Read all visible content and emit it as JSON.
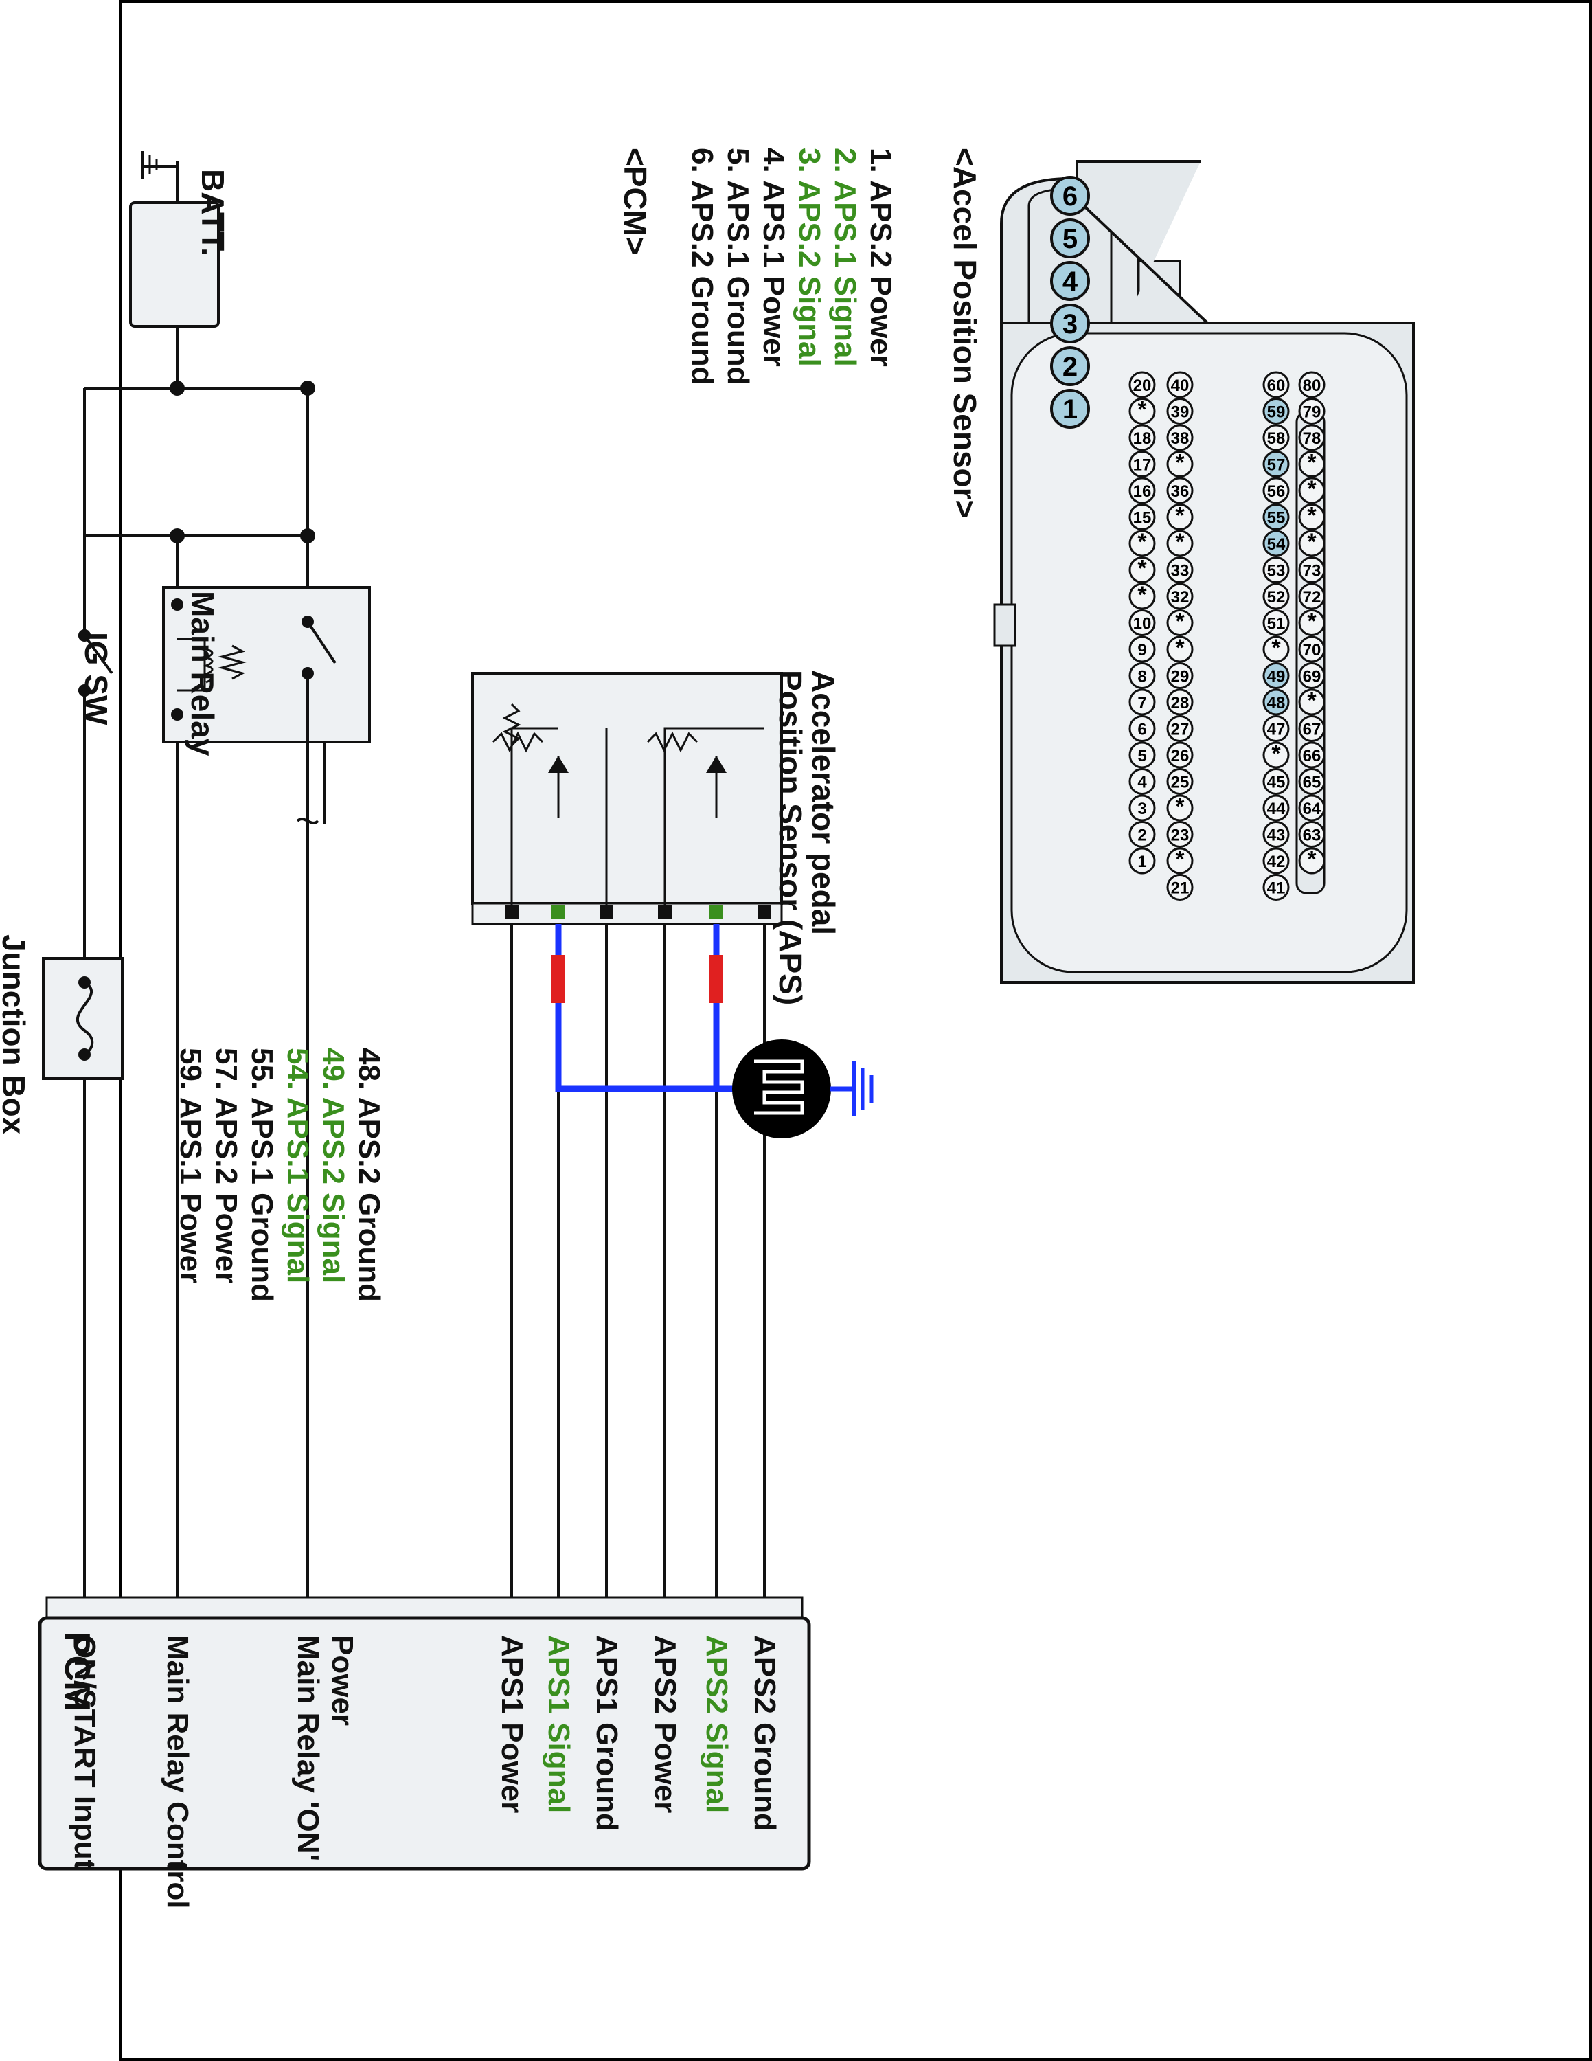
{
  "colors": {
    "signal_green": "#3a8f1e",
    "shield_blue": "#1a33ff",
    "shield_red": "#e02020",
    "connector_fill": "#e4e9ec",
    "box_fill": "#eef1f3",
    "pin_highlight": "#a9d0e0"
  },
  "battery": {
    "label": "BATT.",
    "neg": "-",
    "pos": "+"
  },
  "ig_switch": {
    "label": "IG SW"
  },
  "main_relay": {
    "label": "Main Relay"
  },
  "junction_box": {
    "label": "Junction Box"
  },
  "aps_sensor": {
    "label_line1": "Accelerator pedal",
    "label_line2": "Position Sensor (APS)"
  },
  "pcm_block": {
    "title": "PCM",
    "pins": [
      {
        "label": "ON/START Input",
        "green": false
      },
      {
        "label": "Main Relay Control",
        "green": false
      },
      {
        "label": "Main Relay 'ON'",
        "label2": "Power",
        "green": false
      },
      {
        "label": "APS1 Power",
        "green": false
      },
      {
        "label": "APS1 Signal",
        "green": true
      },
      {
        "label": "APS1 Ground",
        "green": false
      },
      {
        "label": "APS2 Power",
        "green": false
      },
      {
        "label": "APS2 Signal",
        "green": true
      },
      {
        "label": "APS2 Ground",
        "green": false
      }
    ]
  },
  "accel_connector": {
    "title": "<Accel Position Sensor>",
    "pin_numbers": [
      "6",
      "5",
      "4",
      "3",
      "2",
      "1"
    ],
    "pin_list": [
      {
        "text": "1. APS.2 Power",
        "green": false
      },
      {
        "text": "2. APS.1 Signal",
        "green": true
      },
      {
        "text": "3. APS.2 Signal",
        "green": true
      },
      {
        "text": "4. APS.1 Power",
        "green": false
      },
      {
        "text": "5. APS.1 Ground",
        "green": false
      },
      {
        "text": "6. APS.2 Ground",
        "green": false
      }
    ]
  },
  "pcm_connector": {
    "title": "<PCM>",
    "rows": [
      [
        "20",
        "*",
        "18",
        "17",
        "16",
        "15",
        "*",
        "*",
        "*",
        "10",
        "9",
        "8",
        "7",
        "6",
        "5",
        "4",
        "3",
        "2",
        "1"
      ],
      [
        "40",
        "39",
        "38",
        "*",
        "36",
        "*",
        "*",
        "33",
        "32",
        "*",
        "*",
        "29",
        "28",
        "27",
        "26",
        "25",
        "*",
        "23",
        "*",
        "21"
      ],
      [
        "60",
        "59",
        "58",
        "57",
        "56",
        "55",
        "54",
        "53",
        "52",
        "51",
        "*",
        "49",
        "48",
        "47",
        "*",
        "45",
        "44",
        "43",
        "42",
        "41"
      ],
      [
        "80",
        "79",
        "78",
        "*",
        "*",
        "*",
        "*",
        "73",
        "72",
        "*",
        "70",
        "69",
        "*",
        "67",
        "66",
        "65",
        "64",
        "63",
        "*"
      ]
    ],
    "highlighted_pins": [
      "59",
      "57",
      "55",
      "54",
      "49",
      "48"
    ],
    "pin_list": [
      {
        "text": "48. APS.2 Ground",
        "green": false
      },
      {
        "text": "49. APS.2 Signal",
        "green": true
      },
      {
        "text": "54. APS.1 Signal",
        "green": true
      },
      {
        "text": "55. APS.1 Ground",
        "green": false
      },
      {
        "text": "57. APS.2 Power",
        "green": false
      },
      {
        "text": "59. APS.1 Power",
        "green": false
      }
    ]
  }
}
